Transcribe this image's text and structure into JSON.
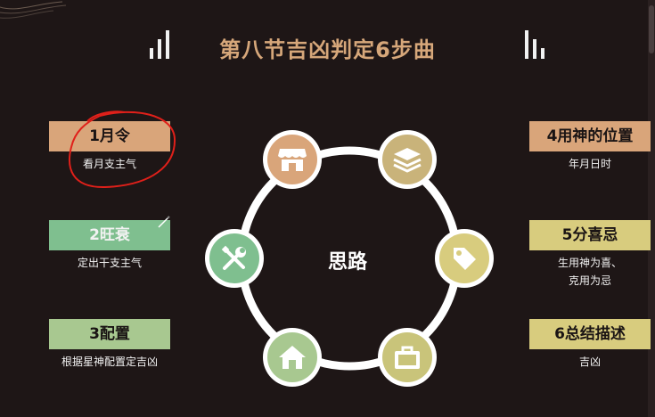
{
  "title": "第八节吉凶判定6步曲",
  "center": "思路",
  "steps": [
    {
      "label": "1月令",
      "desc": "看月支主气"
    },
    {
      "label": "2旺衰",
      "desc": "定出干支主气"
    },
    {
      "label": "3配置",
      "desc": "根据星神配置定吉凶"
    },
    {
      "label": "4用神的位置",
      "desc": "年月日时"
    },
    {
      "label": "5分喜忌",
      "desc": "生用神为喜、克用为忌"
    },
    {
      "label": "6总结描述",
      "desc": "吉凶"
    }
  ],
  "icons": [
    "store-icon",
    "layers-icon",
    "tools-icon",
    "tag-icon",
    "home-icon",
    "briefcase-icon"
  ],
  "colors": {
    "background": "#1e1616",
    "title": "#d6a77a",
    "tan": "#d9a57a",
    "green": "#7fbf8f",
    "sage": "#a8c890",
    "gold": "#d8cc7e",
    "annotation": "#e0201a"
  }
}
